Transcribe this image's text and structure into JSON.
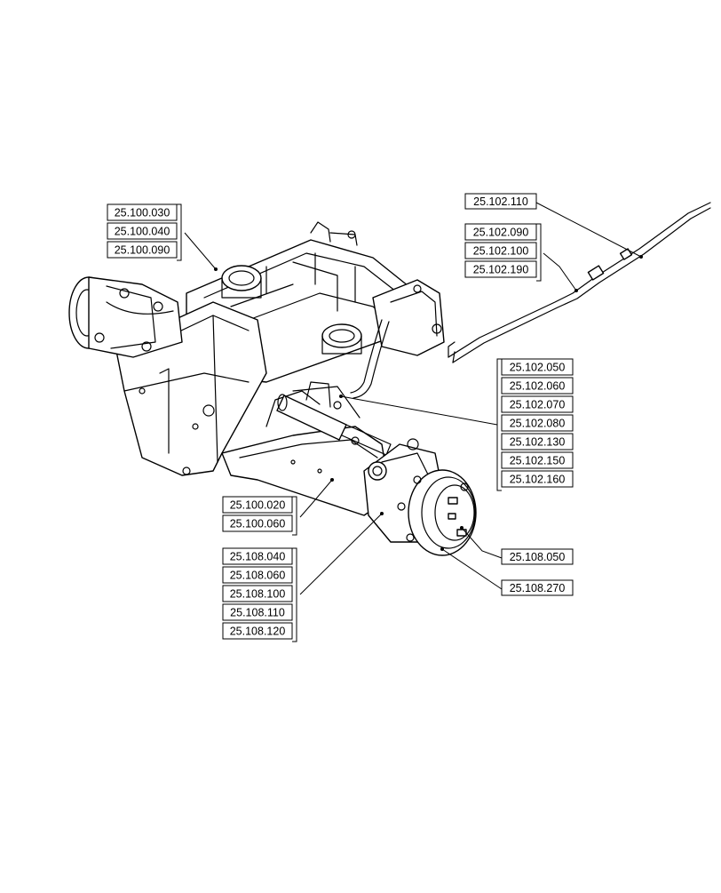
{
  "callout_groups": [
    {
      "id": "frame",
      "codes": [
        "25.100.030",
        "25.100.040",
        "25.100.090"
      ]
    },
    {
      "id": "pipe-top",
      "codes": [
        "25.102.110"
      ]
    },
    {
      "id": "pipe-mid",
      "codes": [
        "25.102.090",
        "25.102.100",
        "25.102.190"
      ]
    },
    {
      "id": "steering",
      "codes": [
        "25.102.050",
        "25.102.060",
        "25.102.070",
        "25.102.080",
        "25.102.130",
        "25.102.150",
        "25.102.160"
      ]
    },
    {
      "id": "axle-beam",
      "codes": [
        "25.100.020",
        "25.100.060"
      ]
    },
    {
      "id": "hub",
      "codes": [
        "25.108.040",
        "25.108.060",
        "25.108.100",
        "25.108.110",
        "25.108.120"
      ]
    },
    {
      "id": "hub-cap",
      "codes": [
        "25.108.050"
      ]
    },
    {
      "id": "hub-ring",
      "codes": [
        "25.108.270"
      ]
    }
  ]
}
